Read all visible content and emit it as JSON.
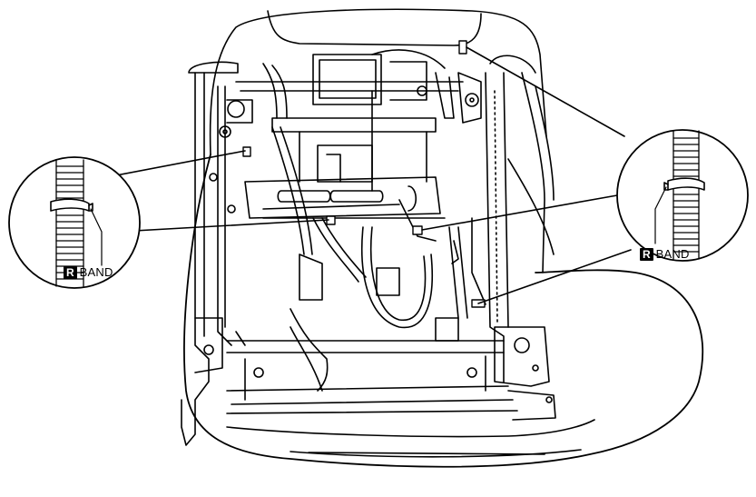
{
  "callouts": {
    "left": {
      "badge": "R",
      "text": "BAND"
    },
    "right": {
      "badge": "R",
      "text": "BAND"
    }
  },
  "colors": {
    "line": "#000000",
    "background": "#ffffff"
  }
}
